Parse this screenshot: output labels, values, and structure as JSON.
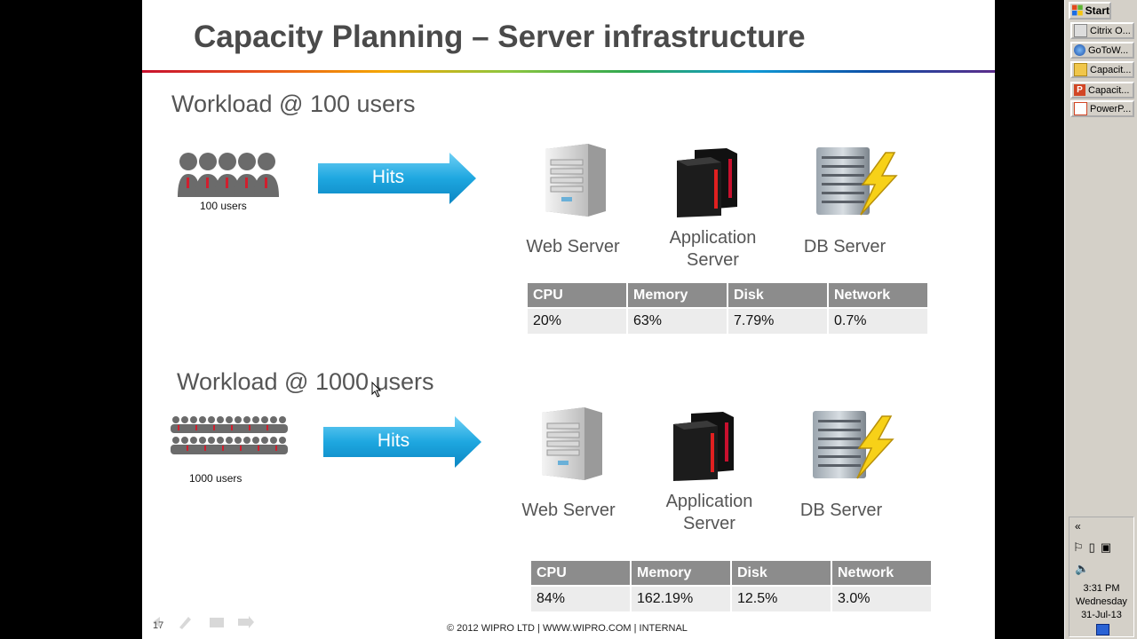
{
  "slide": {
    "title": "Capacity Planning – Server infrastructure",
    "slide_number": "17",
    "footer": "© 2012 WIPRO LTD  |  WWW.WIPRO.COM  |  INTERNAL"
  },
  "workload_100": {
    "title": "Workload @ 100 users",
    "users_label": "100 users",
    "arrow_label": "Hits",
    "servers": {
      "web": "Web Server",
      "app": "Application Server",
      "db": "DB Server"
    },
    "table": {
      "headers": [
        "CPU",
        "Memory",
        "Disk",
        "Network"
      ],
      "values": [
        "20%",
        "63%",
        "7.79%",
        "0.7%"
      ]
    }
  },
  "workload_1000": {
    "title": "Workload @ 1000 users",
    "users_label": "1000 users",
    "arrow_label": "Hits",
    "servers": {
      "web": "Web Server",
      "app": "Application Server",
      "db": "DB Server"
    },
    "table": {
      "headers": [
        "CPU",
        "Memory",
        "Disk",
        "Network"
      ],
      "values": [
        "84%",
        "162.19%",
        "12.5%",
        "3.0%"
      ]
    }
  },
  "taskbar": {
    "start_label": "Start",
    "tasks": [
      "Citrix O...",
      "GoToW...",
      "Capacit...",
      "Capacit...",
      "PowerP..."
    ],
    "tray": {
      "chevron": "«",
      "time": "3:31 PM",
      "day": "Wednesday",
      "date": "31-Jul-13"
    }
  },
  "colors": {
    "arrow_blue": "#1ea7e0",
    "title_gray": "#4a4a4a",
    "table_header": "#8c8c8c",
    "table_cell": "#ececec"
  }
}
